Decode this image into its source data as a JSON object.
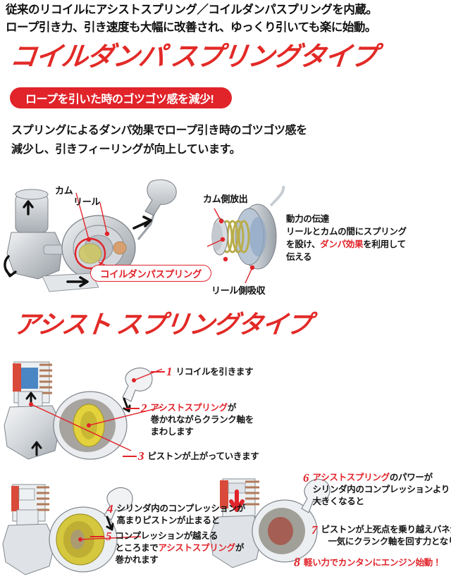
{
  "intro": {
    "line1": "従来のリコイルにアシストスプリング／コイルダンパスプリングを内蔵。",
    "line2": "ロープ引き力、引き速度も大幅に改善され、ゆっくり引いても楽に始動。"
  },
  "section_coil": {
    "heading": "コイルダンパ スプリングタイプ",
    "badge": "ロープを引いた時のゴツゴツ感を減少!",
    "body_line1": "スプリングによるダンパ効果でロープ引き時のゴツゴツ感を",
    "body_line2": "減少し、引きフィーリングが向上しています。",
    "labels": {
      "cam": "カム",
      "reel": "リール",
      "cam_release": "カム側放出",
      "reel_absorb": "リール側吸収"
    },
    "callout": "コイルダンパスプリング",
    "note": {
      "line1": "動力の伝達",
      "line2": "リールとカムの間にスプリング",
      "line3_a": "を設け、",
      "line3_em": "ダンパ効果",
      "line3_b": "を利用して",
      "line4": "伝える"
    }
  },
  "section_assist": {
    "heading": "アシスト スプリングタイプ",
    "steps": [
      {
        "num": "1",
        "lines": [
          {
            "text": "リコイルを引きます"
          }
        ]
      },
      {
        "num": "2",
        "lines": [
          {
            "em": "アシストスプリング",
            "text": "が"
          },
          {
            "text": "巻かれながらクランク軸を"
          },
          {
            "text": "まわします"
          }
        ]
      },
      {
        "num": "3",
        "lines": [
          {
            "text": "ピストンが上がっていきます"
          }
        ]
      },
      {
        "num": "4",
        "lines": [
          {
            "text": "シリンダ内のコンプレッションが"
          },
          {
            "text": "高まりピストンが止まると"
          }
        ]
      },
      {
        "num": "5",
        "lines": [
          {
            "text": "コンプレッションが越える"
          },
          {
            "text": "ところまで",
            "em_after": "アシストスプリング",
            "text_after": "が"
          },
          {
            "text": "巻かれます"
          }
        ]
      },
      {
        "num": "6",
        "lines": [
          {
            "em": "アシストスプリング",
            "text": "のパワーが"
          },
          {
            "text": "シリンダ内のコンプレッションより"
          },
          {
            "text": "大きくなると"
          }
        ]
      },
      {
        "num": "7",
        "lines": [
          {
            "text": "ピストンが上死点を乗り越えバネが"
          },
          {
            "text": "一気にクランク軸を回す力となります"
          }
        ]
      },
      {
        "num": "8",
        "lines": [
          {
            "text": "軽い力でカンタンにエンジン始動！"
          }
        ],
        "all_red": true
      }
    ]
  },
  "colors": {
    "brand_red": "#e1232a",
    "heading_red": "#e22a27",
    "text_black": "#141414"
  }
}
